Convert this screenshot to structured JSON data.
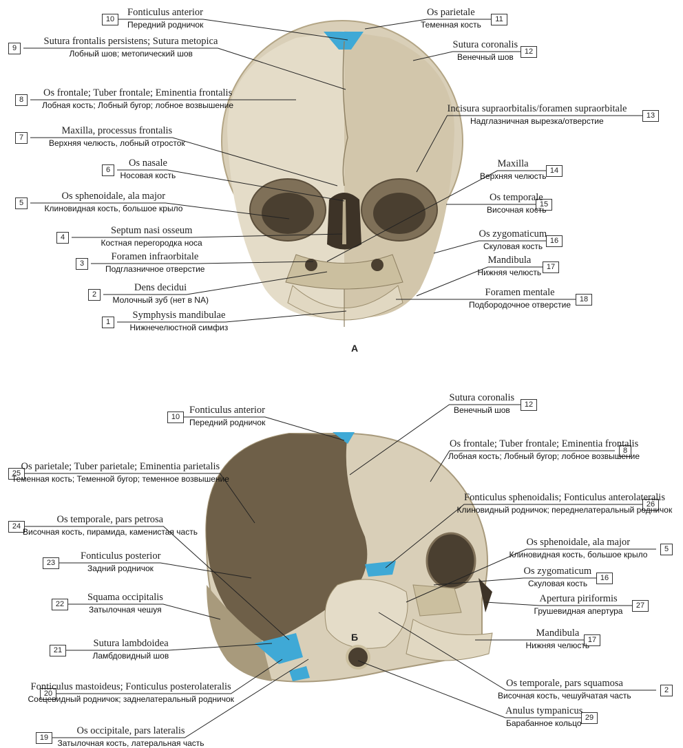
{
  "panel_a": {
    "letter": "А",
    "labels": [
      {
        "num": "10",
        "lat": "Fonticulus anterior",
        "rus": "Передний родничок"
      },
      {
        "num": "11",
        "lat": "Os parietale",
        "rus": "Теменная кость"
      },
      {
        "num": "9",
        "lat": "Sutura frontalis persistens; Sutura metopica",
        "rus": "Лобный шов; метопический шов"
      },
      {
        "num": "12",
        "lat": "Sutura coronalis",
        "rus": "Венечный шов"
      },
      {
        "num": "8",
        "lat": "Os frontale; Tuber frontale; Eminentia frontalis",
        "rus": "Лобная кость; Лобный бугор; лобное возвышение"
      },
      {
        "num": "13",
        "lat": "Incisura supraorbitalis/foramen supraorbitale",
        "rus": "Надглазничная вырезка/отверстие"
      },
      {
        "num": "7",
        "lat": "Maxilla, processus frontalis",
        "rus": "Верхняя челюсть, лобный отросток"
      },
      {
        "num": "6",
        "lat": "Os nasale",
        "rus": "Носовая кость"
      },
      {
        "num": "14",
        "lat": "Maxilla",
        "rus": "Верхняя челюсть"
      },
      {
        "num": "5",
        "lat": "Os sphenoidale, ala major",
        "rus": "Клиновидная кость, большое крыло"
      },
      {
        "num": "15",
        "lat": "Os temporale",
        "rus": "Височная кость"
      },
      {
        "num": "4",
        "lat": "Septum nasi osseum",
        "rus": "Костная перегородка носа"
      },
      {
        "num": "16",
        "lat": "Os zygomaticum",
        "rus": "Скуловая кость"
      },
      {
        "num": "3",
        "lat": "Foramen infraorbitale",
        "rus": "Подглазничное отверстие"
      },
      {
        "num": "17",
        "lat": "Mandibula",
        "rus": "Нижняя челюсть"
      },
      {
        "num": "2",
        "lat": "Dens decidui",
        "rus": "Молочный зуб (нет в NA)"
      },
      {
        "num": "18",
        "lat": "Foramen mentale",
        "rus": "Подбородочное отверстие"
      },
      {
        "num": "1",
        "lat": "Symphysis mandibulae",
        "rus": "Нижнечелюстной симфиз"
      }
    ]
  },
  "panel_b": {
    "letter": "Б",
    "labels": [
      {
        "num": "10",
        "lat": "Fonticulus anterior",
        "rus": "Передний родничок"
      },
      {
        "num": "12",
        "lat": "Sutura coronalis",
        "rus": "Венечный шов"
      },
      {
        "num": "8",
        "lat": "Os frontale; Tuber frontale; Eminentia frontalis",
        "rus": "Лобная кость; Лобный бугор; лобное возвышение"
      },
      {
        "num": "25",
        "lat": "Os parietale; Tuber parietale; Eminentia parietalis",
        "rus": "Теменная кость; Теменной бугор; теменное возвышение"
      },
      {
        "num": "26",
        "lat": "Fonticulus sphenoidalis; Fonticulus anterolateralis",
        "rus": "Клиновидный родничок; переднелатеральный родничок"
      },
      {
        "num": "24",
        "lat": "Os temporale, pars petrosa",
        "rus": "Височная кость, пирамида, каменистая часть"
      },
      {
        "num": "5",
        "lat": "Os sphenoidale, ala major",
        "rus": "Клиновидная кость, большое крыло"
      },
      {
        "num": "23",
        "lat": "Fonticulus posterior",
        "rus": "Задний родничок"
      },
      {
        "num": "16",
        "lat": "Os zygomaticum",
        "rus": "Скуловая кость"
      },
      {
        "num": "27",
        "lat": "Apertura piriformis",
        "rus": "Грушевидная апертура"
      },
      {
        "num": "22",
        "lat": "Squama occipitalis",
        "rus": "Затылочная чешуя"
      },
      {
        "num": "21",
        "lat": "Sutura lambdoidea",
        "rus": "Ламбдовидный шов"
      },
      {
        "num": "17",
        "lat": "Mandibula",
        "rus": "Нижняя челюсть"
      },
      {
        "num": "2",
        "lat": "Os temporale, pars squamosa",
        "rus": "Височная кость, чешуйчатая часть"
      },
      {
        "num": "20",
        "lat": "Fonticulus mastoideus; Fonticulus posterolateralis",
        "rus": "Сосцевидный родничок; заднелатеральный родничок"
      },
      {
        "num": "29",
        "lat": "Anulus tympanicus",
        "rus": "Барабанное кольцо"
      },
      {
        "num": "19",
        "lat": "Os occipitale, pars lateralis",
        "rus": "Затылочная кость, латеральная часть"
      }
    ]
  },
  "colors": {
    "bone": "#d9cfb8",
    "bone_shadow": "#a89a7c",
    "parietal_dark": "#6e5f48",
    "fontanelle": "#3fa9d6",
    "line": "#222222"
  }
}
